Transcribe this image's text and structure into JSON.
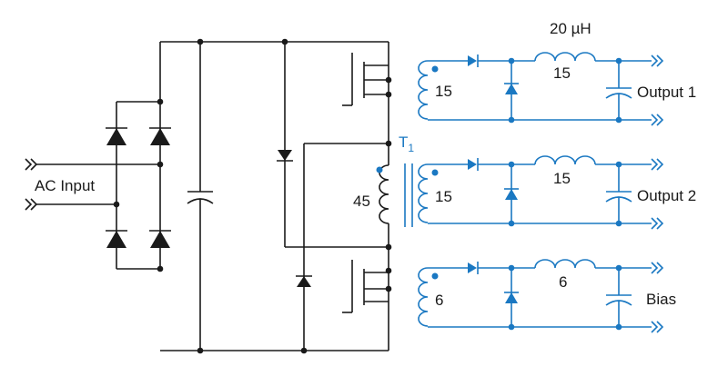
{
  "colors": {
    "primary_circuit": "#1a1a1a",
    "secondary_circuit": "#1a78c2"
  },
  "labels": {
    "ac_input": "AC Input",
    "transformer_name": "T",
    "transformer_subscript": "1",
    "primary_turns": "45",
    "inductor_value": "20 µH",
    "output1": "Output 1",
    "output2": "Output 2",
    "bias": "Bias"
  },
  "secondaries": [
    {
      "winding_turns": "15",
      "inductor_turns": "15"
    },
    {
      "winding_turns": "15",
      "inductor_turns": "15"
    },
    {
      "winding_turns": "6",
      "inductor_turns": "6"
    }
  ]
}
